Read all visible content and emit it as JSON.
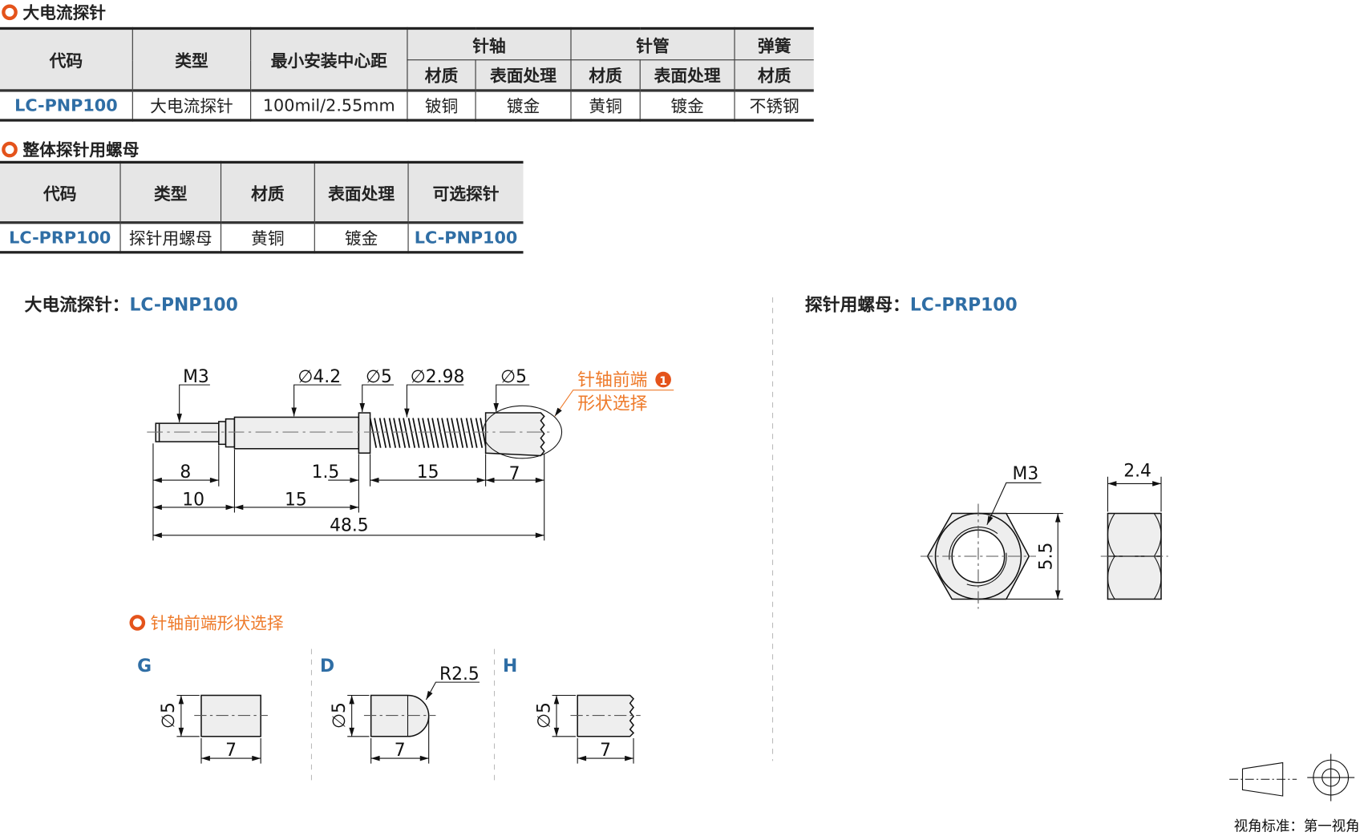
{
  "section1": {
    "title": "大电流探针",
    "headers": {
      "code": "代码",
      "type": "类型",
      "min_pitch": "最小安装中心距",
      "plunger": "针轴",
      "barrel": "针管",
      "spring": "弹簧",
      "material": "材质",
      "surface": "表面处理"
    },
    "row": {
      "code": "LC-PNP100",
      "type": "大电流探针",
      "min_pitch": "100mil/2.55mm",
      "plunger_material": "铍铜",
      "plunger_surface": "镀金",
      "barrel_material": "黄铜",
      "barrel_surface": "镀金",
      "spring_material": "不锈钢"
    }
  },
  "section2": {
    "title": "整体探针用螺母",
    "headers": {
      "code": "代码",
      "type": "类型",
      "material": "材质",
      "surface": "表面处理",
      "optional_probe": "可选探针"
    },
    "row": {
      "code": "LC-PRP100",
      "type": "探针用螺母",
      "material": "黄铜",
      "surface": "镀金",
      "optional_probe": "LC-PNP100"
    }
  },
  "drawing_probe": {
    "label": "大电流探针：",
    "code": "LC-PNP100",
    "callouts": {
      "thread": "M3",
      "d1": "∅4.2",
      "d2": "∅5",
      "d3": "∅2.98",
      "d4": "∅5"
    },
    "note_line1": "针轴前端",
    "note_badge": "1",
    "note_line2": "形状选择",
    "dims": {
      "a": "8",
      "b": "10",
      "c": "1.5",
      "d": "15",
      "e": "15",
      "f": "7",
      "total": "48.5"
    }
  },
  "drawing_nut": {
    "label": "探针用螺母：",
    "code": "LC-PRP100",
    "thread": "M3",
    "height": "5.5",
    "thickness": "2.4"
  },
  "tip_shapes": {
    "title": "针轴前端形状选择",
    "items": [
      {
        "code": "G",
        "dia": "∅5",
        "len": "7"
      },
      {
        "code": "D",
        "dia": "∅5",
        "len": "7",
        "radius": "R2.5"
      },
      {
        "code": "H",
        "dia": "∅5",
        "len": "7"
      }
    ]
  },
  "projection": {
    "text": "视角标准：第一视角"
  },
  "colors": {
    "accent": "#e4531b",
    "orange_text": "#ee7a2a",
    "code_blue": "#2f6ea5",
    "header_bg": "#e6e6e6"
  }
}
